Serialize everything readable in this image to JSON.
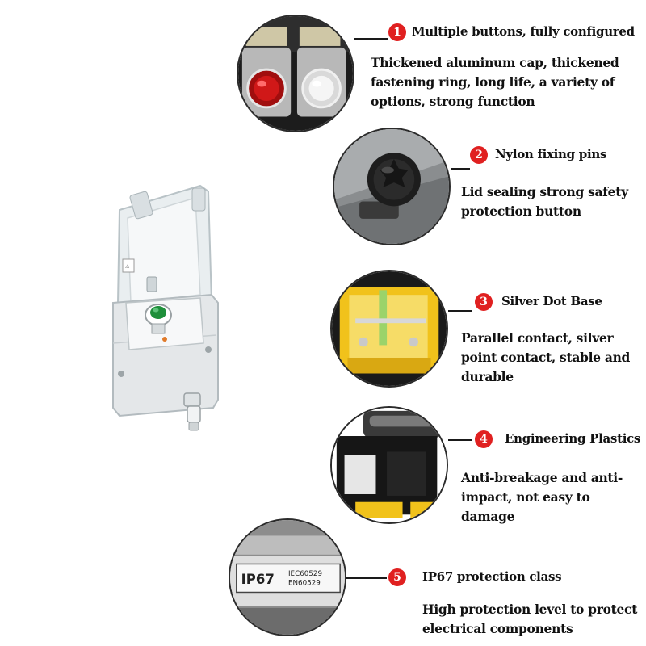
{
  "features": [
    {
      "number": "1",
      "title": "Multiple buttons, fully configured",
      "description": "Thickened aluminum cap, thickened fastening ring, long life, a variety of options, strong function",
      "image": "red-and-white-push-buttons"
    },
    {
      "number": "2",
      "title": "Nylon fixing pins",
      "description": "Lid sealing strong safety protection button",
      "image": "black-nylon-knob"
    },
    {
      "number": "3",
      "title": "Silver Dot Base",
      "description": "Parallel contact, silver point contact, stable and durable",
      "image": "transparent-contact-block"
    },
    {
      "number": "4",
      "title": "Engineering Plastics",
      "description": "Anti-breakage and anti-impact, not easy to damage",
      "image": "black-plastic-housing"
    },
    {
      "number": "5",
      "title": "IP67 protection class",
      "description": "High protection level to protect electrical components",
      "image": "ip67-label"
    }
  ],
  "ip_label": {
    "rating": "IP67",
    "standard_1": "IEC60529",
    "standard_2": "EN60529"
  },
  "colors": {
    "badge": "#e02020",
    "text": "#111111",
    "button_green": "#1e8f3a"
  }
}
